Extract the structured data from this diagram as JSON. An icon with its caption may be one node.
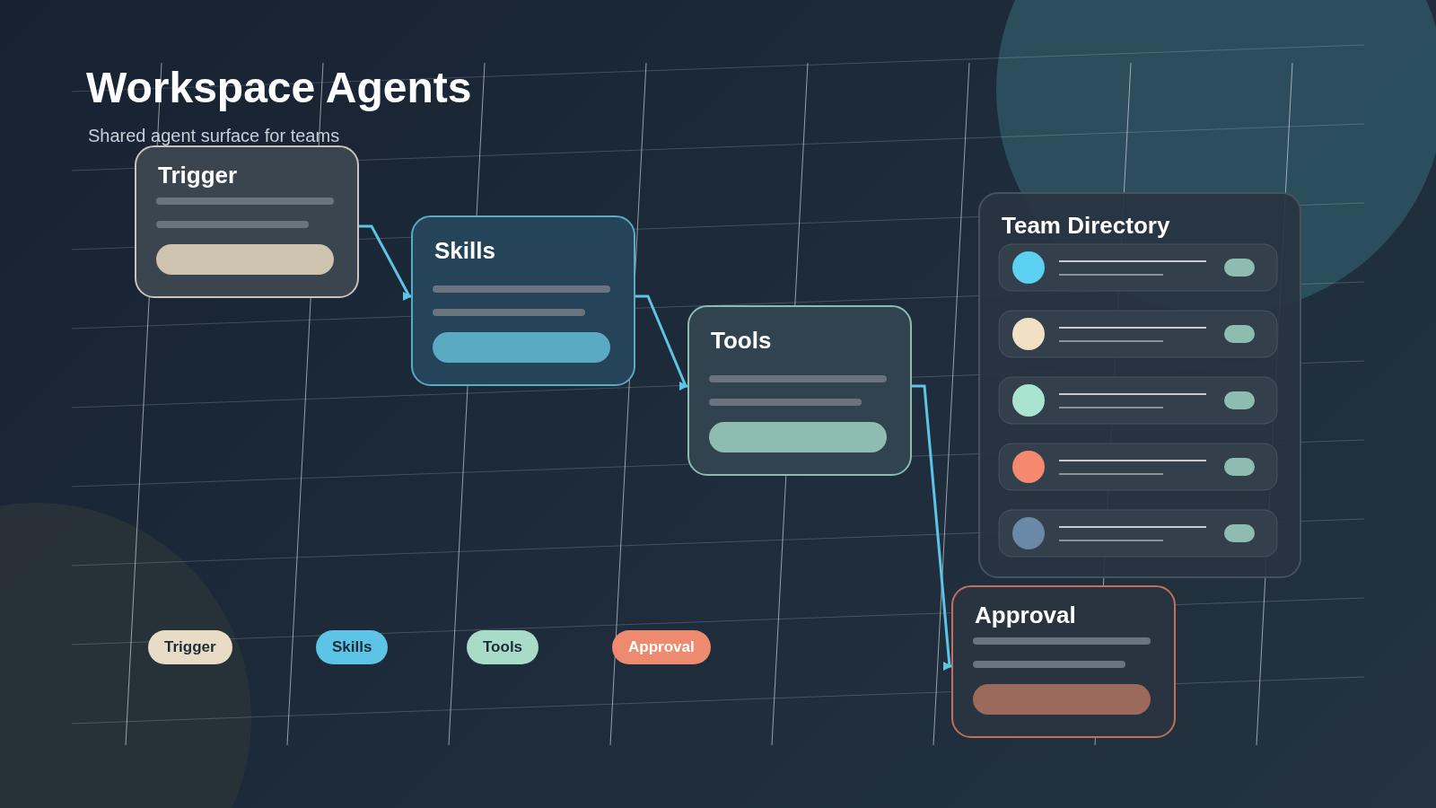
{
  "diagram": {
    "title": "Workspace Agents",
    "nodes": [
      {
        "text": [
          "Trigger"
        ]
      },
      {
        "text": [
          "Skills"
        ]
      },
      {
        "text": [
          "Tools"
        ]
      },
      {
        "text": [
          "Approval"
        ]
      },
      {
        "text": [
          "Team Directory"
        ]
      }
    ],
    "edges": [
      {
        "from": 0,
        "to": 1,
        "arrow": "to"
      },
      {
        "from": 1,
        "to": 2,
        "arrow": "to"
      },
      {
        "from": 2,
        "to": 3,
        "arrow": "to"
      }
    ],
    "labels": [
      "Shared agent surface for teams"
    ],
    "legend": [
      {
        "text": "Trigger",
        "color": "#e8dcc6"
      },
      {
        "text": "Skills",
        "color": "#5cc4e4"
      },
      {
        "text": "Tools",
        "color": "#a8dcc8"
      },
      {
        "text": "Approval",
        "color": "#ee8a70"
      }
    ]
  }
}
